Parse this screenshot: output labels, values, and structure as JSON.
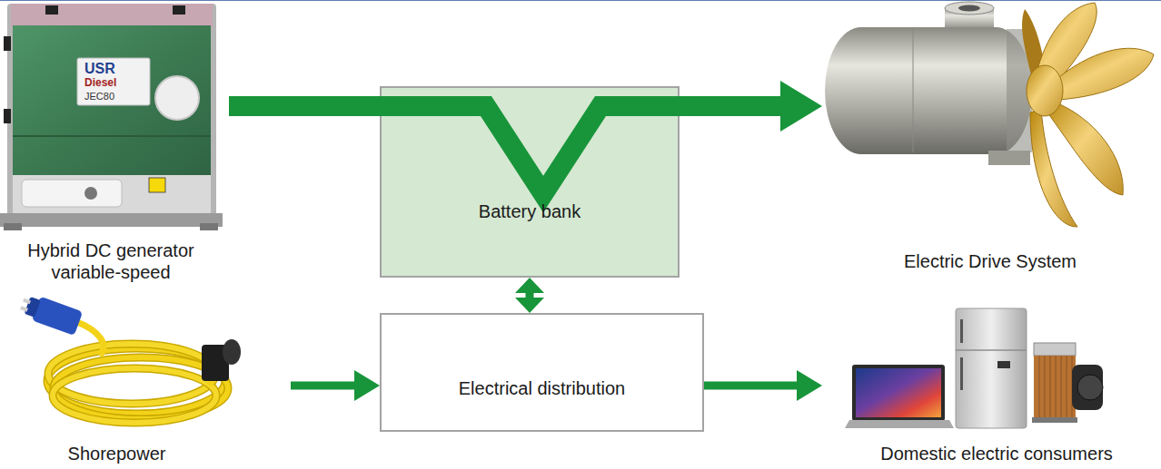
{
  "diagram": {
    "nodes": [
      {
        "text": [
          "Hybrid DC generator variable-speed"
        ]
      },
      {
        "text": [
          "Battery bank"
        ]
      },
      {
        "text": [
          "Electric Drive System"
        ]
      },
      {
        "text": [
          "Shorepower"
        ]
      },
      {
        "text": [
          "Electrical distribution"
        ]
      },
      {
        "text": [
          "Domestic electric consumers"
        ]
      }
    ],
    "edges": [
      {
        "from": 0,
        "to": 2,
        "arrow": "to"
      },
      {
        "from": 1,
        "to": 4,
        "arrow": "both"
      },
      {
        "from": 3,
        "to": 4,
        "arrow": "to"
      },
      {
        "from": 4,
        "to": 5,
        "arrow": "to"
      }
    ],
    "labels": [
      "USR",
      "Diesel",
      "JEC80"
    ]
  }
}
